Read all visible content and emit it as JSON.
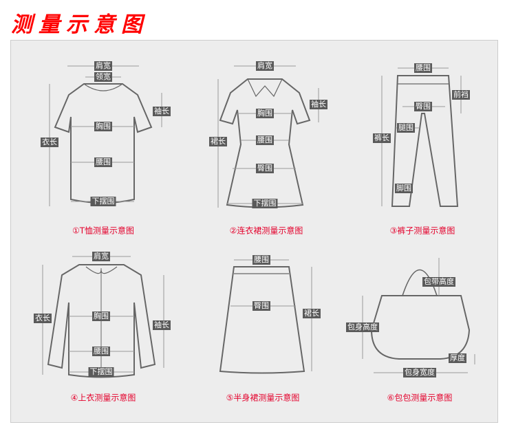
{
  "title": "测量示意图",
  "diagrams": [
    {
      "caption": "①T恤测量示意图",
      "labels": {
        "shoulder": "肩宽",
        "collar": "领宽",
        "sleeve": "袖长",
        "chest": "胸围",
        "length": "衣长",
        "waist": "腰围",
        "hem": "下摆围"
      }
    },
    {
      "caption": "②连衣裙测量示意图",
      "labels": {
        "shoulder": "肩宽",
        "sleeve": "袖长",
        "chest": "胸围",
        "length": "裙长",
        "waist": "腰围",
        "hip": "臀围",
        "hem": "下摆围"
      }
    },
    {
      "caption": "③裤子测量示意图",
      "labels": {
        "waist": "腰围",
        "rise": "前裆",
        "hip": "臀围",
        "length": "裤长",
        "thigh": "腿围",
        "ankle": "脚围"
      }
    },
    {
      "caption": "④上衣测量示意图",
      "labels": {
        "shoulder": "肩宽",
        "length": "衣长",
        "chest": "胸围",
        "sleeve": "袖长",
        "waist": "腰围",
        "hem": "下摆围"
      }
    },
    {
      "caption": "⑤半身裙测量示意图",
      "labels": {
        "waist": "腰围",
        "hip": "臀围",
        "length": "裙长"
      }
    },
    {
      "caption": "⑥包包测量示意图",
      "labels": {
        "strap": "包带高度",
        "height": "包身高度",
        "depth": "厚度",
        "width": "包身宽度"
      }
    }
  ],
  "colors": {
    "title": "#ff0000",
    "caption": "#e4002b",
    "label_bg": "#5a5a5a",
    "panel": "#ededed"
  }
}
